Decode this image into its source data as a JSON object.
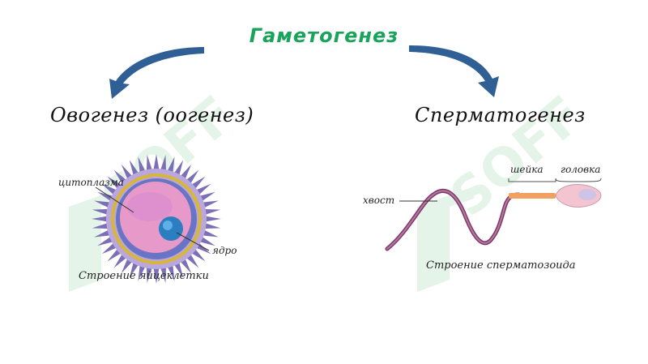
{
  "title": "Гаметогенез",
  "left": {
    "heading": "Овогенез (оогенез)",
    "labels": {
      "cytoplasm": "цитоплазма",
      "nucleus": "ядро"
    },
    "caption": "Строение яйцеклетки"
  },
  "right": {
    "heading": "Сперматогенез",
    "labels": {
      "tail": "хвост",
      "neck": "шейка",
      "head": "головка"
    },
    "caption": "Строение сперматозоида"
  },
  "watermark": "SOFF",
  "colors": {
    "title": "#1aa35a",
    "arrow": "#2f5f95",
    "egg_fill": "#e79ac9",
    "egg_spikes": "#7c6fb5",
    "egg_ring": "#d7b63a",
    "nucleus": "#2b7fc0",
    "sperm_tail": "#7a3a6a",
    "sperm_neck": "#f0a060",
    "sperm_head": "#f2c5d0"
  }
}
